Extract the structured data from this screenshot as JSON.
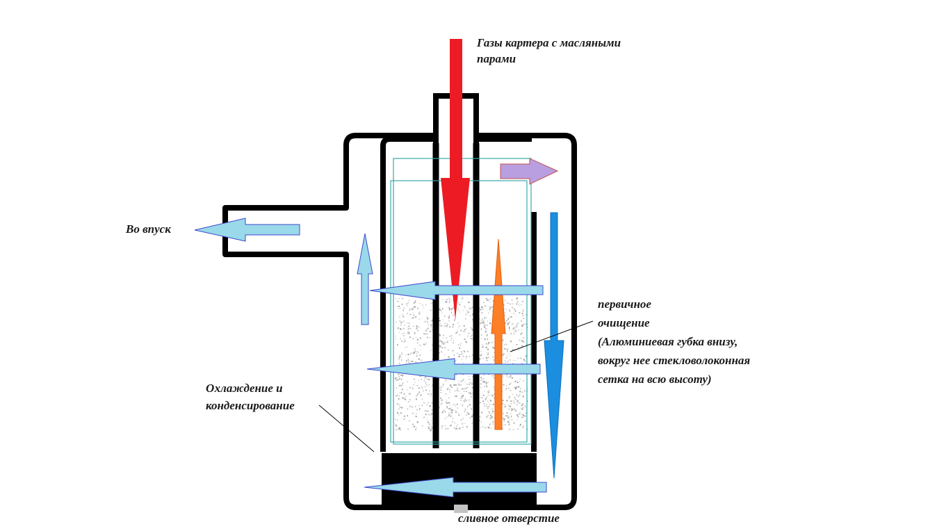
{
  "labels": {
    "inlet": [
      "Газы картера с масляными",
      "парами"
    ],
    "outlet": "Во впуск",
    "primary": [
      "первичное",
      "очищение",
      "(Алюминиевая губка внизу,",
      "вокруг нее стекловолоконная",
      "сетка на всю высоту)"
    ],
    "cooling": [
      "Охлаждение и",
      "конденсирование"
    ],
    "drain": "сливное отверстие"
  },
  "colors": {
    "outline": "#000000",
    "gas_in": "#ed1c24",
    "flow_light": "#99d9ea",
    "flow_light_edge": "#3f48cc",
    "flow_down": "#1b8ee0",
    "flow_up": "#ff7f27",
    "flow_out": "#b99ee0",
    "mesh": "#3aa8a8",
    "sponge": "#b0b0b0",
    "drain_plug": "#c3c3c3"
  }
}
